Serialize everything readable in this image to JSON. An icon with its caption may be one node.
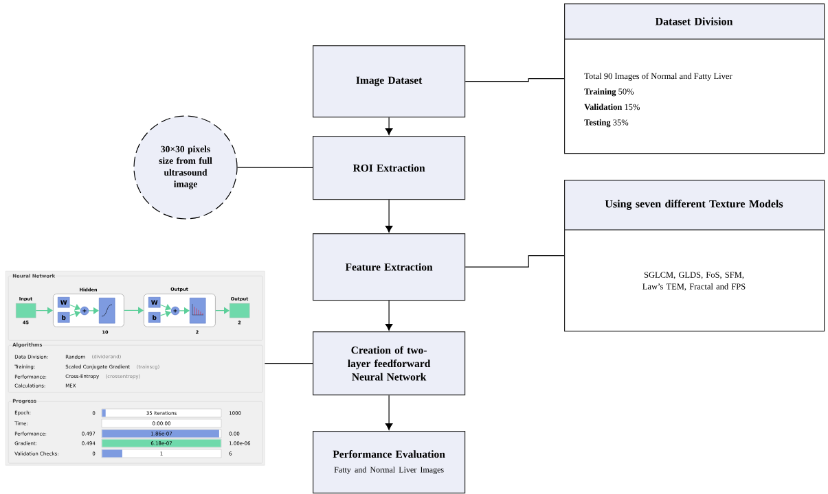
{
  "diagram": {
    "nodes": [
      {
        "text": [
          "Image Dataset"
        ]
      },
      {
        "text": [
          "Dataset Division",
          "Total 90 Images of Normal and Fatty Liver",
          "**Training** 50%",
          "**Validation** 15%",
          "**Testing** 35%"
        ]
      },
      {
        "text": [
          "30×30 pixels size from full ultrasound image"
        ]
      },
      {
        "text": [
          "ROI Extraction"
        ]
      },
      {
        "text": [
          "Using seven different Texture Models",
          "SGLCM, GLDS, FoS, SFM, Law’s TEM, Fractal and FPS"
        ]
      },
      {
        "text": [
          "Feature Extraction"
        ]
      },
      {
        "text": [
          "Creation of two-layer feedforward Neural Network"
        ]
      },
      {
        "text": [
          "Performance Evaluation",
          "Fatty and Normal Liver Images"
        ]
      },
      {
        "text": [],
        "shape": "box"
      },
      {
        "text": [
          "Neural Network"
        ],
        "in": 8
      },
      {
        "text": [
          "Input",
          "45"
        ],
        "in": 9
      },
      {
        "text": [
          "Hidden",
          "10"
        ],
        "in": 9
      },
      {
        "text": [
          "W"
        ],
        "in": 11
      },
      {
        "text": [
          "b"
        ],
        "in": 11
      },
      {
        "text": [
          "+"
        ],
        "in": 11
      },
      {
        "text": [],
        "shape": "box",
        "in": 11
      },
      {
        "text": [
          "Output",
          "2"
        ],
        "in": 9
      },
      {
        "text": [
          "W"
        ],
        "in": 16
      },
      {
        "text": [
          "b"
        ],
        "in": 16
      },
      {
        "text": [
          "+"
        ],
        "in": 16
      },
      {
        "text": [],
        "shape": "box",
        "in": 16
      },
      {
        "text": [
          "Output",
          "2"
        ],
        "in": 9
      },
      {
        "text": [
          "Algorithms"
        ],
        "in": 8
      },
      {
        "text": [
          "Progress"
        ],
        "in": 8
      }
    ],
    "edges": [
      {
        "from": 0,
        "to": 1,
        "arrow": "none",
        "color": "#000000"
      },
      {
        "from": 0,
        "to": 3,
        "arrow": "to",
        "color": "#000000"
      },
      {
        "from": 2,
        "to": 3,
        "arrow": "none",
        "color": "#000000"
      },
      {
        "from": 3,
        "to": 5,
        "arrow": "to",
        "color": "#000000"
      },
      {
        "from": 5,
        "to": 4,
        "arrow": "none",
        "color": "#000000"
      },
      {
        "from": 5,
        "to": 6,
        "arrow": "to",
        "color": "#000000"
      },
      {
        "from": 8,
        "to": 6,
        "arrow": "none",
        "color": "#000000"
      },
      {
        "from": 6,
        "to": 7,
        "arrow": "to",
        "color": "#000000"
      },
      {
        "from": 10,
        "to": 11,
        "arrow": "to",
        "color": "#5ccf9a"
      },
      {
        "from": 12,
        "to": 14,
        "arrow": "to",
        "color": "#5ccf9a"
      },
      {
        "from": 13,
        "to": 14,
        "arrow": "to",
        "color": "#5ccf9a"
      },
      {
        "from": 14,
        "to": 15,
        "arrow": "to",
        "color": "#5ccf9a"
      },
      {
        "from": 11,
        "to": 16,
        "arrow": "to",
        "color": "#5ccf9a"
      },
      {
        "from": 17,
        "to": 19,
        "arrow": "to",
        "color": "#5ccf9a"
      },
      {
        "from": 18,
        "to": 19,
        "arrow": "to",
        "color": "#5ccf9a"
      },
      {
        "from": 19,
        "to": 20,
        "arrow": "to",
        "color": "#5ccf9a"
      },
      {
        "from": 16,
        "to": 21,
        "arrow": "to",
        "color": "#5ccf9a"
      }
    ],
    "labels": [
      "Data Division:",
      "Random",
      "(dividerand)",
      "Training:",
      "Scaled Conjugate Gradient",
      "(trainscg)",
      "Performance:",
      "Cross-Entropy",
      "(crossentropy)",
      "Calculations:",
      "MEX",
      "Epoch:",
      "0",
      "35 iterations",
      "1000",
      "Time:",
      "0:00:00",
      "Performance:",
      "0.497",
      "1.86e-07",
      "0.00",
      "Gradient:",
      "0.494",
      "6.18e-07",
      "1.00e-06",
      "Validation Checks:",
      "0",
      "1",
      "6"
    ]
  }
}
